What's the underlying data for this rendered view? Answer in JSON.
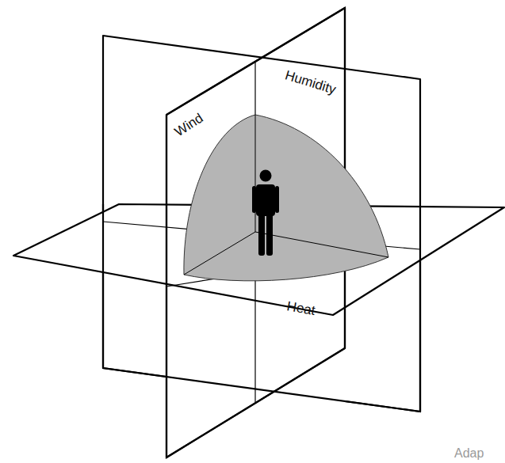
{
  "diagram": {
    "labels": [
      "Wind",
      "Humidity",
      "Heat",
      "Adap"
    ]
  }
}
